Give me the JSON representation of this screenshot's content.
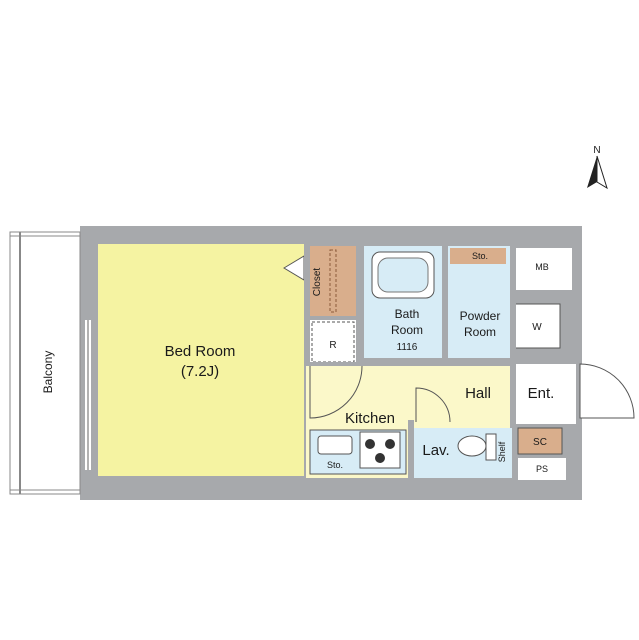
{
  "compass": {
    "label": "N"
  },
  "rooms": {
    "balcony": "Balcony",
    "bedroom_name": "Bed Room",
    "bedroom_size": "(7.2J)",
    "closet": "Closet",
    "refrigerator": "R",
    "bath_line1": "Bath",
    "bath_line2": "Room",
    "bath_size": "1116",
    "powder_line1": "Powder",
    "powder_line2": "Room",
    "washer": "W",
    "storage_top": "Sto.",
    "meter_box": "MB",
    "kitchen": "Kitchen",
    "kitchen_storage": "Sto.",
    "hall": "Hall",
    "entrance": "Ent.",
    "shoe_closet": "SC",
    "pipe_space": "PS",
    "lavatory": "Lav.",
    "shelf": "Shelf"
  },
  "colors": {
    "wall": "#a7a9ac",
    "bedroom": "#f5f3a2",
    "hall": "#fbf8c9",
    "wet": "#d7ecf6",
    "closet": "#d9ae8c",
    "line": "#3a3a3a"
  }
}
